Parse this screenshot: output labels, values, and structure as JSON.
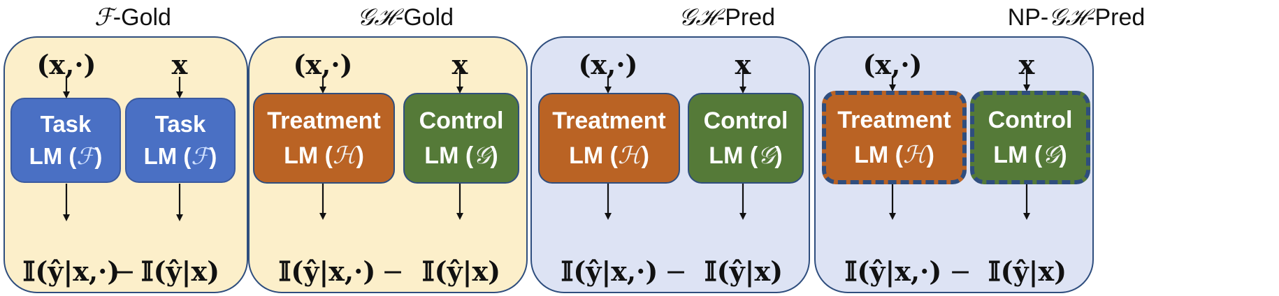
{
  "panels": [
    {
      "title_prefix": "ℱ",
      "title_suffix": "-Gold",
      "inputs": [
        "(x,·)",
        "x"
      ],
      "boxes": [
        {
          "line1": "Task",
          "line2_text": "LM (",
          "symbol": "ℱ",
          "close": ")"
        },
        {
          "line1": "Task",
          "line2_text": "LM (",
          "symbol": "ℱ",
          "close": ")"
        }
      ],
      "formula_left": "𝕀(ŷ|x,·)",
      "minus": "−",
      "formula_right": "𝕀(ŷ|x)"
    },
    {
      "title_prefix": "𝒢ℋ",
      "title_suffix": "-Gold",
      "inputs": [
        "(x,·)",
        "x"
      ],
      "boxes": [
        {
          "line1": "Treatment",
          "line2_text": "LM (",
          "symbol": "ℋ",
          "close": ")"
        },
        {
          "line1": "Control",
          "line2_text": "LM (",
          "symbol": "𝒢",
          "close": ")"
        }
      ],
      "formula_left": "𝕀(ŷ|x,·)",
      "minus": "−",
      "formula_right": "𝕀(ŷ|x)"
    },
    {
      "title_prefix": "𝒢ℋ",
      "title_suffix": "-Pred",
      "inputs": [
        "(x,·)",
        "x"
      ],
      "boxes": [
        {
          "line1": "Treatment",
          "line2_text": "LM (",
          "symbol": "ℋ",
          "close": ")"
        },
        {
          "line1": "Control",
          "line2_text": "LM (",
          "symbol": "𝒢",
          "close": ")"
        }
      ],
      "formula_left": "𝕀(ŷ|x,·)",
      "minus": "−",
      "formula_right": "𝕀(ŷ|x)"
    },
    {
      "title_pre": "NP-",
      "title_prefix": "𝒢ℋ",
      "title_suffix": "-Pred",
      "inputs": [
        "(x,·)",
        "x"
      ],
      "boxes": [
        {
          "line1": "Treatment",
          "line2_text": "LM (",
          "symbol": "ℋ",
          "close": ")"
        },
        {
          "line1": "Control",
          "line2_text": "LM (",
          "symbol": "𝒢",
          "close": ")"
        }
      ],
      "formula_left": "𝕀(ŷ|x,·)",
      "minus": "−",
      "formula_right": "𝕀(ŷ|x)"
    }
  ],
  "colors": {
    "yellow_panel": "#fcefca",
    "blue_panel": "#dde3f4",
    "task_box": "#4a70c4",
    "treatment_box": "#ba6324",
    "control_box": "#557a38",
    "border": "#2f4e7e"
  }
}
